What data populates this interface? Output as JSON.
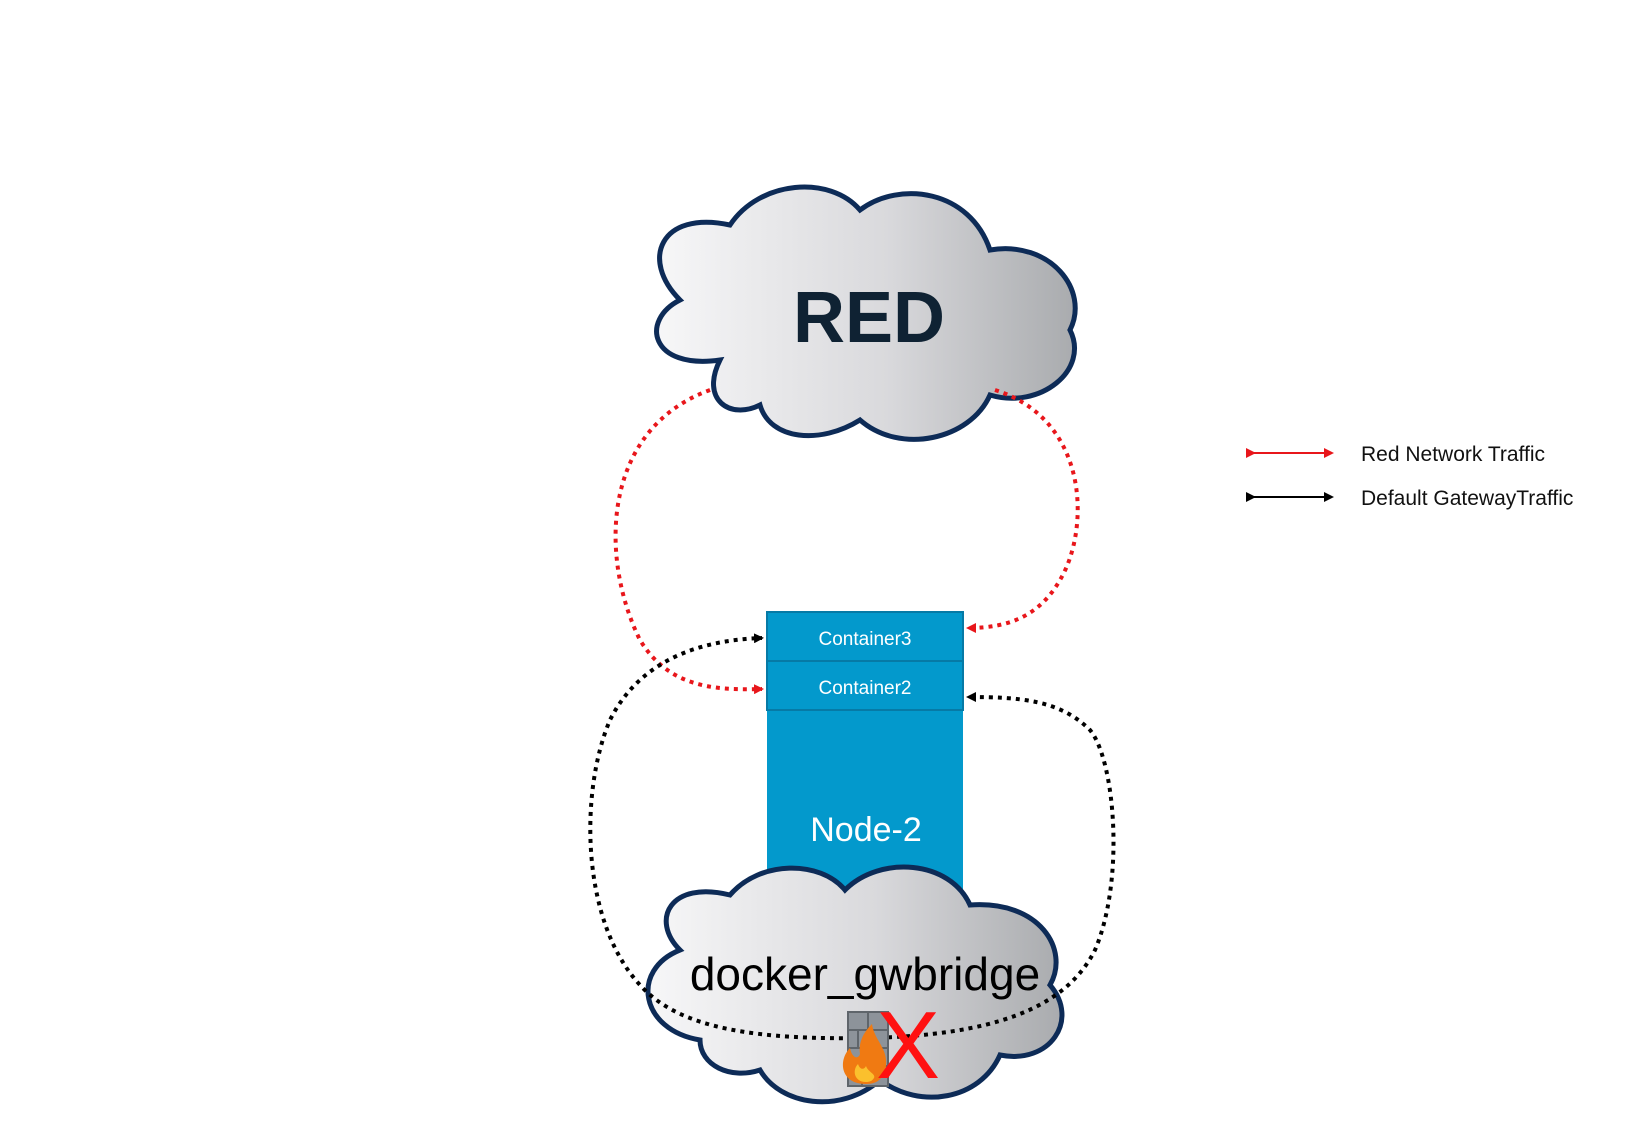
{
  "clouds": {
    "red": {
      "label": "RED"
    },
    "gateway": {
      "label": "docker_gwbridge"
    }
  },
  "node": {
    "label": "Node-2",
    "containers": [
      {
        "label": "Container3"
      },
      {
        "label": "Container2"
      }
    ]
  },
  "firewall": {
    "blocked_mark": "X"
  },
  "legend": {
    "items": [
      {
        "label": "Red Network Traffic",
        "color": "#e8161b"
      },
      {
        "label": "Default GatewayTraffic",
        "color": "#000000"
      }
    ]
  },
  "colors": {
    "node_fill": "#0399cc",
    "cloud_stroke": "#0d2b57",
    "red_traffic": "#e8161b",
    "gateway_traffic": "#000000"
  }
}
